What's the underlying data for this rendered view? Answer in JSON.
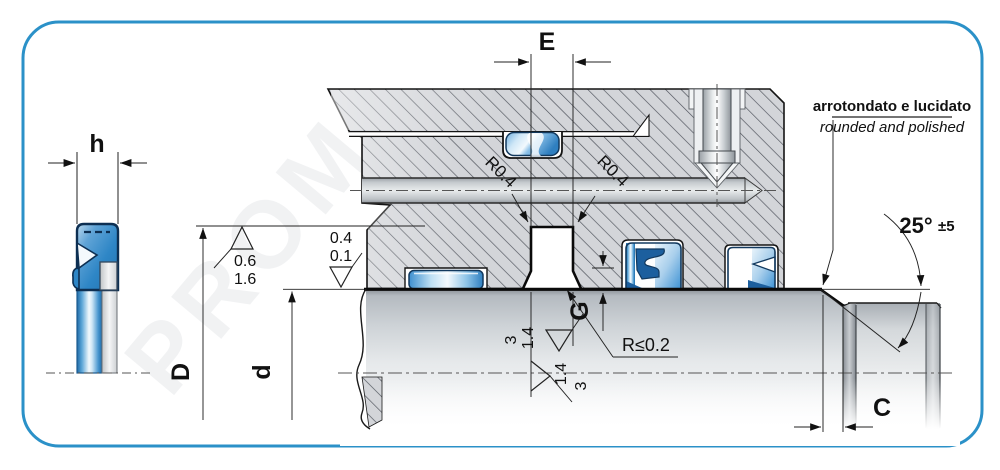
{
  "figure": {
    "type": "technical-drawing",
    "title": "rod seal installation cross-section",
    "labels": {
      "dim_E": "E",
      "dim_h": "h",
      "dim_D": "D",
      "dim_d": "d",
      "dim_G": "G",
      "dim_C": "C",
      "angle_value": "25°",
      "angle_tol": "±5",
      "radius_left": "R0.4",
      "radius_right": "R0.4",
      "radius_edge": "R≤0.2",
      "finish_rod_top": "0.4",
      "finish_rod_bottom": "0.1",
      "finish_groove_top": "0.6",
      "finish_groove_bottom": "1.6",
      "finish_wall_a_1": "3",
      "finish_wall_a_2": "1.4",
      "finish_wall_b_1": "1.4",
      "finish_wall_b_2": "3",
      "note_it": "arrotondato e lucidato",
      "note_en": "rounded and polished",
      "watermark": "PROM"
    },
    "colors": {
      "frame": "#2B91C8",
      "seal_blue": "#2E86C6",
      "seal_outline": "#0D2F52",
      "metal_gray": "#D3D5D9",
      "hatch_line": "#4B4F58",
      "line": "#111111"
    }
  }
}
